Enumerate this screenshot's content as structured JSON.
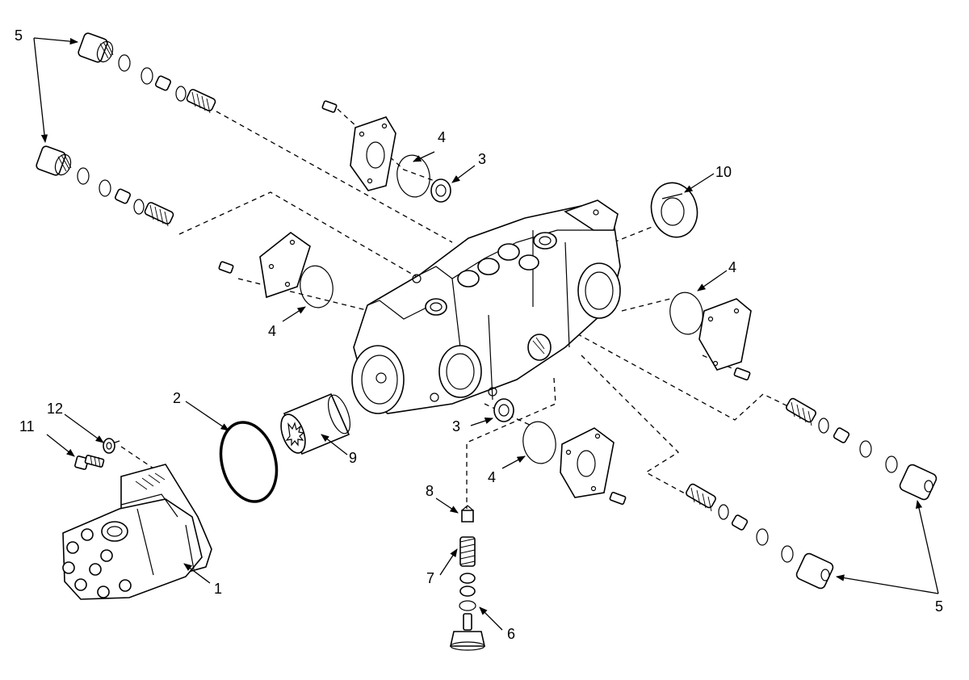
{
  "callouts": {
    "c1": "1",
    "c2": "2",
    "c3a": "3",
    "c3b": "3",
    "c4a": "4",
    "c4b": "4",
    "c4c": "4",
    "c4d": "4",
    "c5a": "5",
    "c5b": "5",
    "c6": "6",
    "c7": "7",
    "c8": "8",
    "c9": "9",
    "c10": "10",
    "c11": "11",
    "c12": "12"
  }
}
